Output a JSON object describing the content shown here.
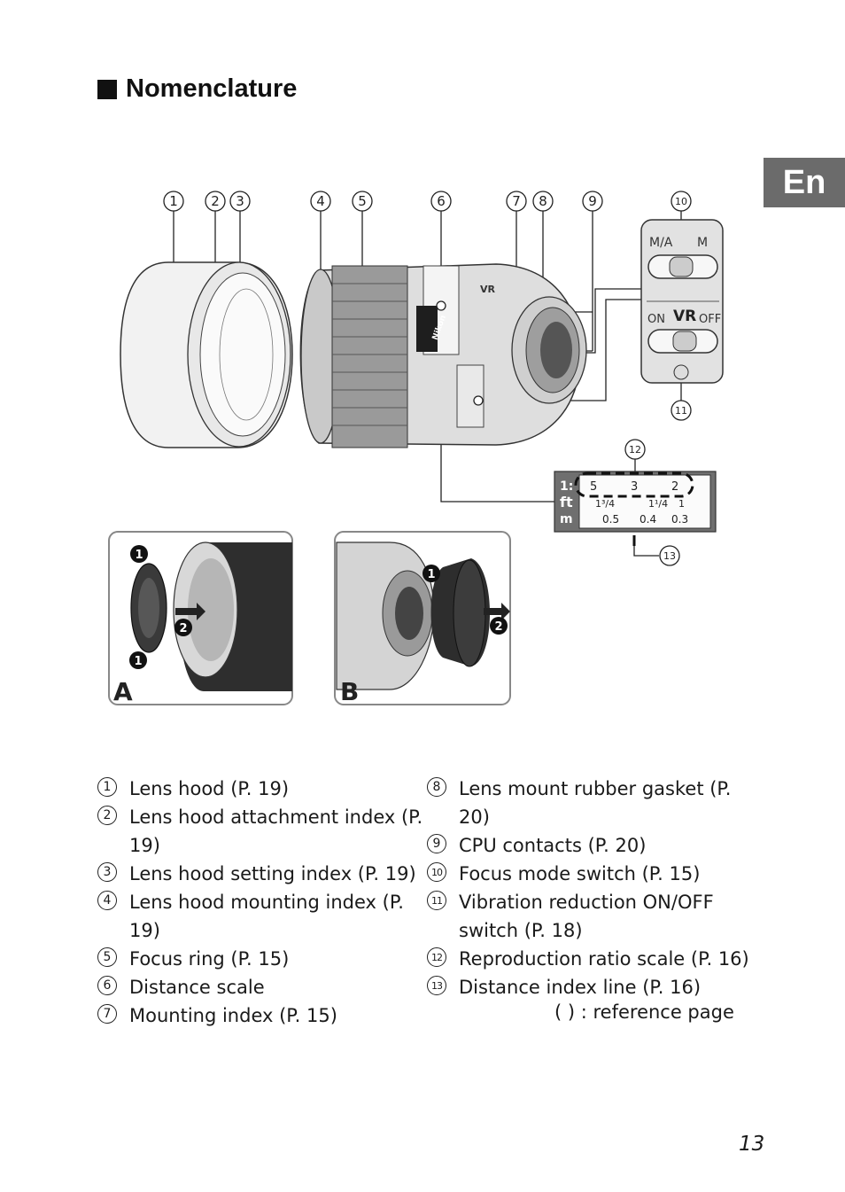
{
  "heading": "Nomenclature",
  "language_tab": "En",
  "figure": {
    "callouts": [
      "1",
      "2",
      "3",
      "4",
      "5",
      "6",
      "7",
      "8",
      "9",
      "10",
      "11",
      "12",
      "13"
    ],
    "lens_brand": "Nikon",
    "vr_badge": "VR",
    "focus_switch": {
      "left_label": "M/A",
      "right_label": "M"
    },
    "vr_switch": {
      "left_label": "ON",
      "center_label": "VR",
      "right_label": "OFF"
    },
    "scale": {
      "row_label_1": "1:",
      "row_label_2": "ft",
      "row_label_3": "m",
      "ratio_values": [
        "5",
        "3",
        "2"
      ],
      "ft_values": [
        "1³/4",
        "1¹/4",
        "1"
      ],
      "m_values": [
        "0.5",
        "0.4",
        "0.3"
      ]
    },
    "inset_a": {
      "letter": "A",
      "steps": [
        "1",
        "2",
        "1"
      ]
    },
    "inset_b": {
      "letter": "B",
      "steps": [
        "1",
        "2"
      ]
    }
  },
  "legend_left": [
    {
      "num": "1",
      "label": "Lens hood (P. 19)"
    },
    {
      "num": "2",
      "label": "Lens hood attachment index (P. 19)"
    },
    {
      "num": "3",
      "label": "Lens hood setting index (P. 19)"
    },
    {
      "num": "4",
      "label": "Lens hood mounting index (P. 19)"
    },
    {
      "num": "5",
      "label": "Focus ring (P. 15)"
    },
    {
      "num": "6",
      "label": "Distance scale"
    },
    {
      "num": "7",
      "label": "Mounting index (P. 15)"
    }
  ],
  "legend_right": [
    {
      "num": "8",
      "label": "Lens mount rubber gasket (P. 20)"
    },
    {
      "num": "9",
      "label": "CPU contacts (P. 20)"
    },
    {
      "num": "10",
      "label": "Focus mode switch (P. 15)"
    },
    {
      "num": "11",
      "label": "Vibration reduction ON/OFF switch (P. 18)"
    },
    {
      "num": "12",
      "label": "Reproduction ratio scale (P. 16)"
    },
    {
      "num": "13",
      "label": "Distance index line (P. 16)"
    }
  ],
  "reference_note": "(     ) : reference page",
  "page_number": "13"
}
